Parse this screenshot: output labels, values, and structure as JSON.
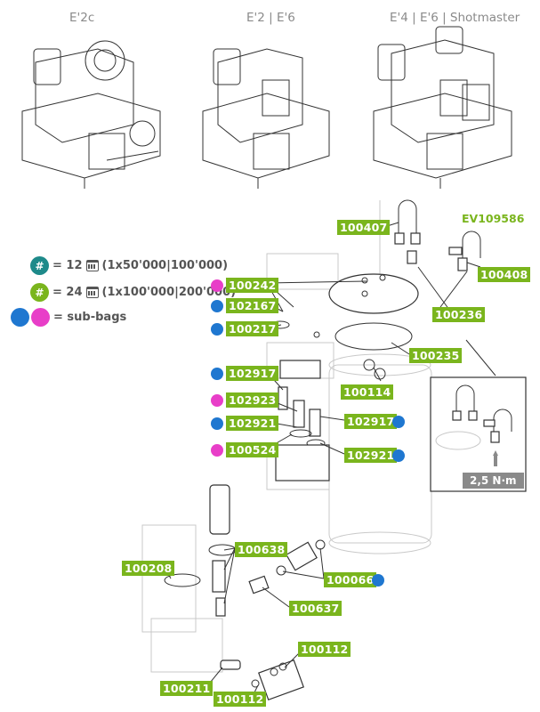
{
  "headers": [
    "E'2c",
    "E'2 | E'6",
    "E'4 | E'6 | Shotmaster"
  ],
  "reference": "EV109586",
  "legend": {
    "symbol": "#",
    "row1_text": "= 12",
    "row1_interval": "(1x50'000|100'000)",
    "row2_text": "= 24",
    "row2_interval": "(1x100'000|200'000)",
    "subbags_text": "= sub-bags"
  },
  "torque": "2,5 N·m",
  "parts": {
    "p100407": "100407",
    "p100408": "100408",
    "p100242": "100242",
    "p102167": "102167",
    "p100217": "100217",
    "p100236": "100236",
    "p100235": "100235",
    "p102917a": "102917",
    "p100114": "100114",
    "p102923": "102923",
    "p102921a": "102921",
    "p102917b": "102917",
    "p100524": "100524",
    "p102921b": "102921",
    "p100638": "100638",
    "p100208": "100208",
    "p100066": "100066",
    "p100637": "100637",
    "p100112a": "100112",
    "p100211": "100211",
    "p100112b": "100112"
  },
  "colors": {
    "tag_green": "#7ab51d",
    "badge_teal": "#1e8a8a",
    "badge_green": "#7ab51d",
    "dot_blue": "#1f77d0",
    "dot_pink": "#e83ec8"
  }
}
